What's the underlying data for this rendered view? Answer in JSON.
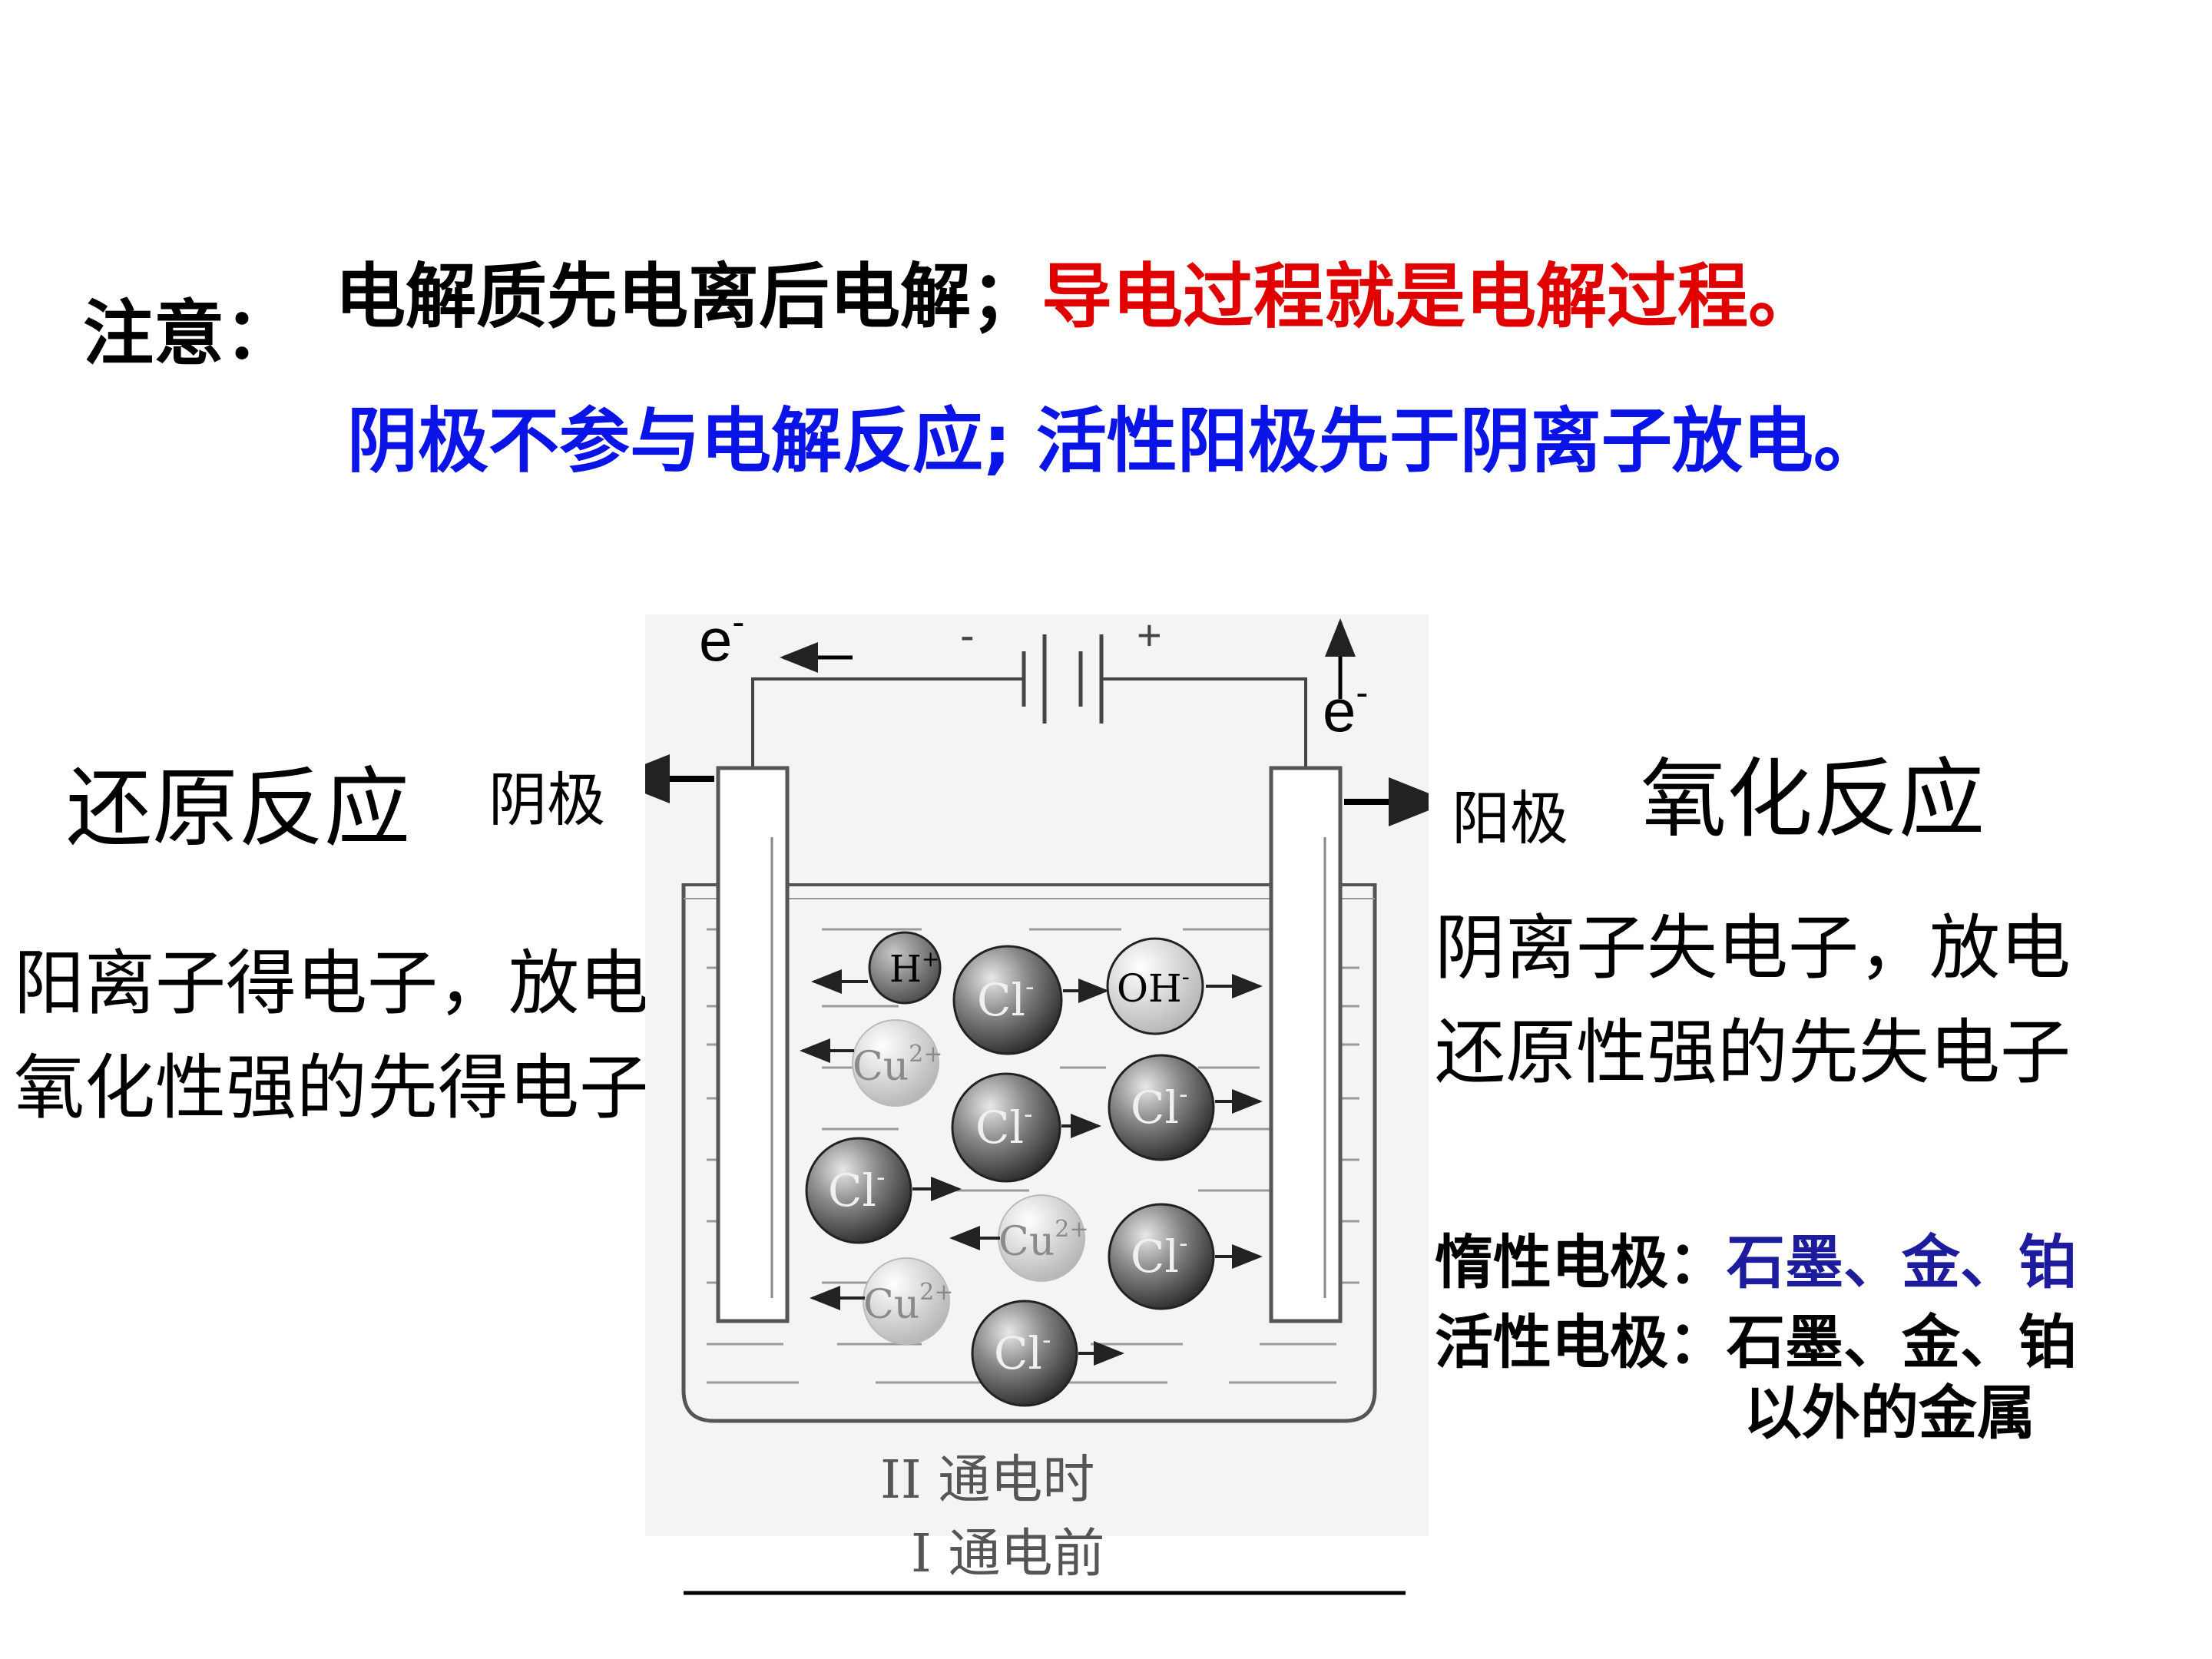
{
  "note": {
    "label": "注意：",
    "line1_black": "电解质先电离后电解；",
    "line1_red": "导电过程就是电解过程。",
    "line2": "阴极不参与电解反应; 活性阳极先于阴离子放电。"
  },
  "reduction_title": "还原反应",
  "oxidation_title": "氧化反应",
  "cathode_label": "阴极",
  "anode_label": "阳极",
  "cathode_desc": [
    "阳离子得电子，放电",
    "氧化性强的先得电子"
  ],
  "anode_desc": [
    "阴离子失电子，放电",
    "还原性强的先失电子"
  ],
  "inert_electrode": {
    "label": "惰性电极：",
    "value": "石墨、金、铂"
  },
  "active_electrode": {
    "label": "活性电极：",
    "value": "石墨、金、铂",
    "value2": "以外的金属"
  },
  "diagram": {
    "electron_symbol": "e",
    "electron_sup": "-",
    "battery_minus": "-",
    "battery_plus": "+",
    "ions": {
      "h": "H",
      "h_sup": "+",
      "cl": "Cl",
      "cl_sup": "-",
      "oh": "OH",
      "oh_sup": "-",
      "cu": "Cu",
      "cu_sup": "2+"
    },
    "caption_2": "II  通电时",
    "caption_1": "I  通电前"
  },
  "colors": {
    "red": "#e00000",
    "blue": "#0a14e6",
    "navy": "#1c1c9c"
  }
}
